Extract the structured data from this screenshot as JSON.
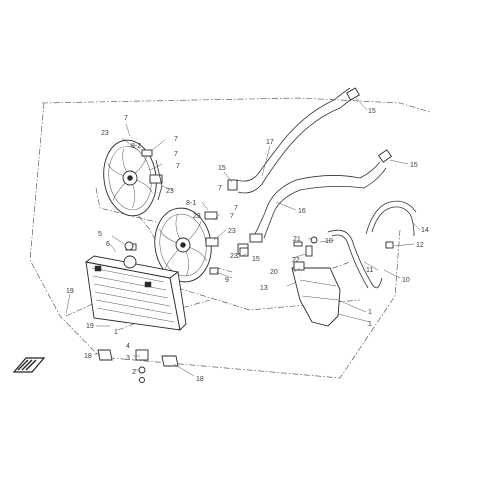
{
  "diagram": {
    "labels": {
      "l1a": "1",
      "l1b": "1",
      "l1c": "1",
      "l2": "2",
      "l3": "3",
      "l4": "4",
      "l5": "5",
      "l6": "6",
      "l7a": "7",
      "l7b": "7",
      "l7c": "7",
      "l7d": "7",
      "l7e": "7",
      "l7f": "7",
      "l7g": "7",
      "l8_2": "8-2",
      "l8_1": "8-1",
      "l9": "9",
      "l10a": "10",
      "l10b": "10",
      "l11": "11",
      "l12": "12",
      "l13": "13",
      "l14": "14",
      "l15a": "15",
      "l15b": "15",
      "l15c": "15",
      "l15d": "15",
      "l16": "16",
      "l17": "17",
      "l18a": "18",
      "l18b": "18",
      "l19a": "19",
      "l19b": "19",
      "l20": "20",
      "l21": "21",
      "l22": "22",
      "l23a": "23",
      "l23b": "23",
      "l23c": "23",
      "l23d": "23",
      "l23e": "23"
    }
  }
}
